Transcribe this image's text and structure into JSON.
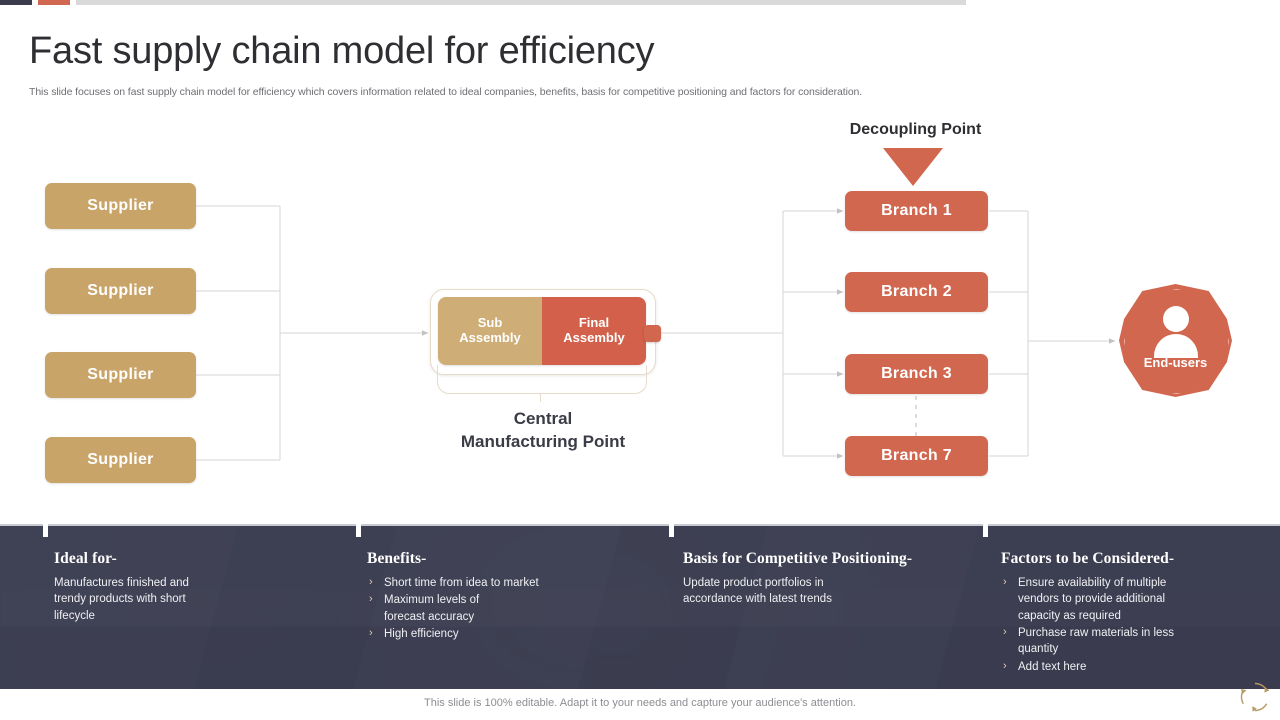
{
  "header": {
    "title": "Fast supply chain model for efficiency",
    "subtitle": "This slide focuses on fast supply chain model for efficiency which covers information related to ideal companies, benefits, basis for competitive positioning and factors for consideration."
  },
  "colors": {
    "supplier": "#c9a469",
    "branch": "#d2674f",
    "sub_assembly": "#cfad76",
    "final_assembly": "#d2604a",
    "band_background": "#3c3d50",
    "accent_dark": "#3a3c4e",
    "accent_orange": "#d2674f",
    "wire": "#d2d2d2"
  },
  "diagram": {
    "suppliers": [
      {
        "label": "Supplier"
      },
      {
        "label": "Supplier"
      },
      {
        "label": "Supplier"
      },
      {
        "label": "Supplier"
      }
    ],
    "central": {
      "sub_assembly_line1": "Sub",
      "sub_assembly_line2": "Assembly",
      "final_assembly_line1": "Final",
      "final_assembly_line2": "Assembly",
      "caption_line1": "Central",
      "caption_line2": "Manufacturing Point"
    },
    "decoupling": {
      "label": "Decoupling Point",
      "marker": "down-triangle"
    },
    "branches": [
      {
        "label": "Branch 1"
      },
      {
        "label": "Branch 2"
      },
      {
        "label": "Branch 3"
      },
      {
        "label": "Branch 7"
      }
    ],
    "end_users": {
      "label": "End-users",
      "icon": "person-icon"
    }
  },
  "bottom": {
    "columns": [
      {
        "heading": "Ideal for-",
        "paragraph": "Manufactures finished and trendy products with short lifecycle",
        "bullets": []
      },
      {
        "heading": "Benefits-",
        "paragraph": "",
        "bullets": [
          "Short time from idea to market",
          "Maximum levels of forecast accuracy",
          "High efficiency"
        ]
      },
      {
        "heading": "Basis for Competitive Positioning-",
        "paragraph": "Update product portfolios in accordance with latest trends",
        "bullets": []
      },
      {
        "heading": "Factors to be Considered-",
        "paragraph": "",
        "bullets": [
          "Ensure availability of multiple vendors to provide additional capacity as required",
          "Purchase raw materials in less quantity",
          "Add text here"
        ]
      }
    ],
    "bullet_glyph": "›"
  },
  "footer": {
    "note": "This slide is 100% editable. Adapt it to your needs and capture your audience's attention.",
    "logo": "recycle-arrows-logo"
  }
}
